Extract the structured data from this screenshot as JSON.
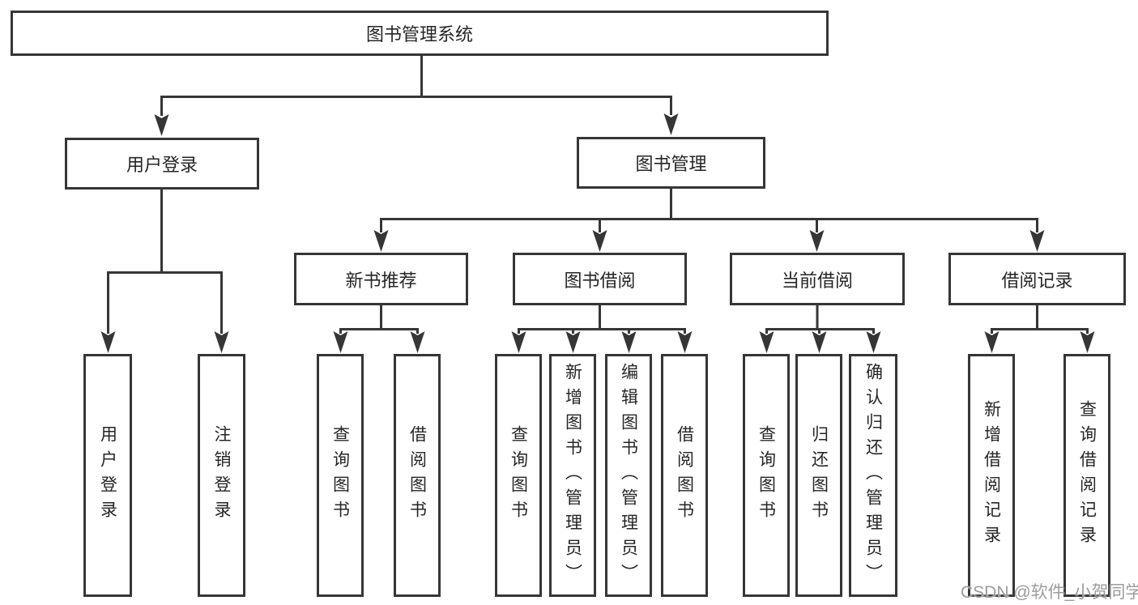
{
  "title": {
    "label": "图书管理系统"
  },
  "level2": [
    {
      "label": "用户登录"
    },
    {
      "label": "图书管理"
    }
  ],
  "level3": [
    {
      "label": "新书推荐"
    },
    {
      "label": "图书借阅"
    },
    {
      "label": "当前借阅"
    },
    {
      "label": "借阅记录"
    }
  ],
  "leaves": {
    "login": [
      "用户登录",
      "注销登录"
    ],
    "newbook": [
      "查询图书",
      "借阅图书"
    ],
    "borrow": [
      "查询图书",
      "新增图书（管理员）",
      "编辑图书（管理员）",
      "借阅图书"
    ],
    "current": [
      "查询图书",
      "归还图书",
      "确认归还（管理员）"
    ],
    "records": [
      "新增借阅记录",
      "查询借阅记录"
    ]
  },
  "watermark": "CSDN @软件_小贺同学",
  "colors": {
    "line": "#363636",
    "text": "#262626",
    "watermark": "#9c9c9c",
    "background": "#ffffff"
  }
}
